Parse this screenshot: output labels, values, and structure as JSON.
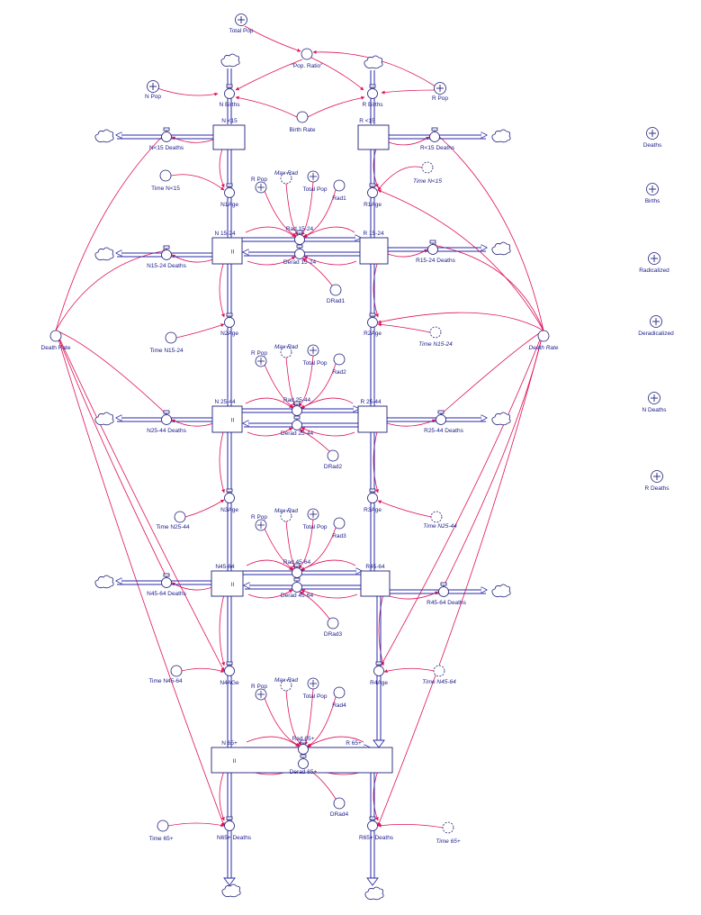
{
  "colors": {
    "stock": "#1f1f7a",
    "flow": "#2a2aa8",
    "link": "#e0105a",
    "text": "#1b1b8a"
  },
  "top": {
    "total_pop": "Total Pop",
    "pop_ratio": "\"Pop. Ratio\"",
    "n_pop": "N Pop",
    "r_pop": "R Pop",
    "n_births": "N Births",
    "r_births": "R Births",
    "birth_rate": "Birth Rate"
  },
  "stocks": {
    "n_lt15": "N <15",
    "r_lt15": "R <15",
    "n_15_24": "N 15-24",
    "r_15_24": "R 15-24",
    "n_25_44": "N 25-44",
    "r_25_44": "R 25-44",
    "n_45_64": "N45-64",
    "r_45_64": "R45-64",
    "n_65": "N 65+",
    "r_65": "R 65+"
  },
  "deaths": {
    "n_lt15": "N<15 Deaths",
    "r_lt15": "R<15 Deaths",
    "n_15_24": "N15-24 Deaths",
    "r_15_24": "R15-24 Deaths",
    "n_25_44": "N25-44 Deaths",
    "r_25_44": "R25-44 Deaths",
    "n_45_64": "N45-64 Deaths",
    "r_45_64": "R45-64 Deaths",
    "n_65": "N65+ Deaths",
    "r_65": "R65+ Deaths"
  },
  "aging": {
    "n1": "N1Age",
    "r1": "R1Age",
    "n2": "N2Age",
    "r2": "R2Age",
    "n3": "N3Age",
    "r3": "R3Age",
    "n4": "N4AGe",
    "r4": "R4Age"
  },
  "times": {
    "tn_lt15": "Time N<15",
    "tn_lt15_r": "Time N<15",
    "tn_15_24": "Time N15-24",
    "tn_15_24_r": "Time N15-24",
    "tn_25_44": "Time N25-44",
    "tn_25_44_r": "Time N25-44",
    "tn_45_64": "Time N45-64",
    "tn_45_64_r": "Time N45-64",
    "t65": "Time 65+",
    "t65_r": "Time 65+"
  },
  "death_rate": "Death Rate",
  "rad": {
    "b1": {
      "r_pop": "R Pop",
      "max_rad": "Max Rad",
      "total_pop": "Total Pop",
      "rad": "Rad1",
      "rad_flow": "Rad 15-24",
      "derad_flow": "Derad 15-24",
      "drad": "DRad1"
    },
    "b2": {
      "r_pop": "R Pop",
      "max_rad": "Max Rad",
      "total_pop": "Total Pop",
      "rad": "Rad2",
      "rad_flow": "Rad 25-44",
      "derad_flow": "Derad 25-44",
      "drad": "DRad2"
    },
    "b3": {
      "r_pop": "R Pop",
      "max_rad": "Max Rad",
      "total_pop": "Total Pop",
      "rad": "Rad3",
      "rad_flow": "Rad 45-64",
      "derad_flow": "Derad 45-64",
      "drad": "DRad3"
    },
    "b4": {
      "r_pop": "R Pop",
      "max_rad": "Max Rad",
      "total_pop": "Total Pop",
      "rad": "Rad4",
      "rad_flow": "Rad 65+",
      "derad_flow": "Derad 65+",
      "drad": "DRad4"
    }
  },
  "legend": [
    "Deaths",
    "Births",
    "Radicalized",
    "Deradicalized",
    "N Deaths",
    "R Deaths"
  ]
}
